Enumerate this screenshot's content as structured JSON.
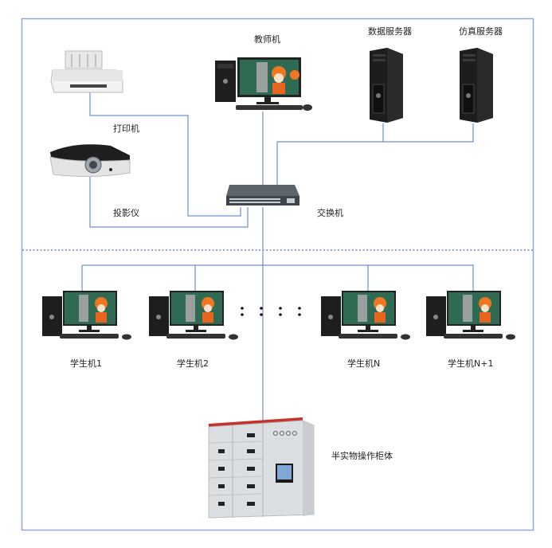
{
  "diagram": {
    "title": "",
    "colors": {
      "frame": "#8fa8d8",
      "link": "#6f8fcc",
      "divider": "#4f6fb8",
      "label": "#222222",
      "server_body": "#1d1d1f",
      "switch_body": "#4a5058",
      "cabinet_body": "#dcdfe2",
      "cabinet_top": "#c8302a"
    },
    "zones": [
      {
        "id": "server-zone",
        "label": ""
      },
      {
        "id": "student-zone",
        "label": ""
      }
    ],
    "nodes": {
      "teacher": {
        "label": "教师机",
        "type": "desktop-computer"
      },
      "data_server": {
        "label": "数据服务器",
        "type": "tower-server"
      },
      "sim_server": {
        "label": "仿真服务器",
        "type": "tower-server"
      },
      "printer": {
        "label": "打印机",
        "type": "printer"
      },
      "projector": {
        "label": "投影仪",
        "type": "projector"
      },
      "switch": {
        "label": "交换机",
        "type": "network-switch"
      },
      "students": [
        {
          "label": "学生机1",
          "type": "desktop-computer"
        },
        {
          "label": "学生机2",
          "type": "desktop-computer"
        },
        {
          "label": "学生机N",
          "type": "desktop-computer"
        },
        {
          "label": "学生机N+1",
          "type": "desktop-computer"
        }
      ],
      "ellipsis": {
        "symbol": "：",
        "count": 4
      },
      "cabinet": {
        "label": "半实物操作柜体",
        "type": "switchgear-cabinet"
      }
    },
    "edges": [
      {
        "from": "printer",
        "to": "switch"
      },
      {
        "from": "projector",
        "to": "switch"
      },
      {
        "from": "teacher",
        "to": "switch"
      },
      {
        "from": "data_server",
        "to": "switch"
      },
      {
        "from": "sim_server",
        "to": "switch"
      },
      {
        "from": "switch",
        "to": "student-bus"
      },
      {
        "from": "student-bus",
        "to": "学生机1"
      },
      {
        "from": "student-bus",
        "to": "学生机2"
      },
      {
        "from": "student-bus",
        "to": "学生机N"
      },
      {
        "from": "student-bus",
        "to": "学生机N+1"
      },
      {
        "from": "switch",
        "to": "cabinet"
      }
    ]
  }
}
